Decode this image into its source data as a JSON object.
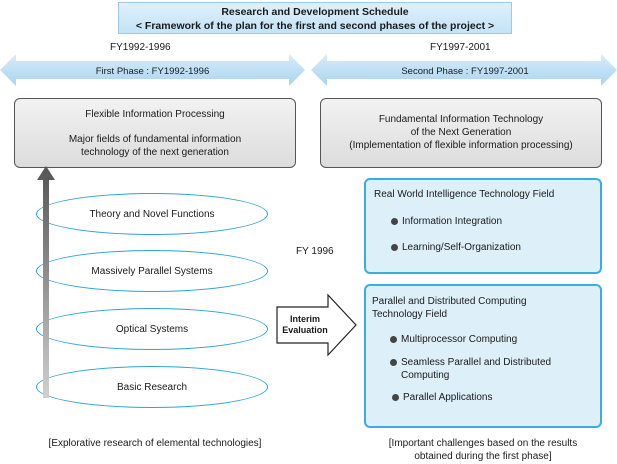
{
  "header": {
    "title": "Research and Development Schedule",
    "subtitle": "< Framework of the plan for the first and second phases of the project >"
  },
  "phases": {
    "first": {
      "fy": "FY1992-1996",
      "label": "First Phase : FY1992-1996"
    },
    "second": {
      "fy": "FY1997-2001",
      "label": "Second Phase : FY1997-2001"
    }
  },
  "first_box": {
    "line1": "Flexible Information  Processing",
    "line2": "Major fields of fundamental information",
    "line3": "technology of the next generation"
  },
  "second_box": {
    "line1": "Fundamental Information Technology",
    "line2": "of the Next Generation",
    "line3": "(Implementation of flexible information processing)"
  },
  "ellipses": [
    "Theory and Novel Functions",
    "Massively Parallel Systems",
    "Optical Systems",
    "Basic Research"
  ],
  "fy1996": "FY 1996",
  "interim": {
    "line1": "Interim",
    "line2": "Evaluation"
  },
  "rwi": {
    "title": "Real World Intelligence Technology Field",
    "items": [
      "Information Integration",
      "Learning/Self-Organization"
    ]
  },
  "pdc": {
    "title1": "Parallel and Distributed Computing",
    "title2": "Technology Field",
    "items": [
      "Multiprocessor Computing",
      "Seamless Parallel and Distributed",
      "Computing",
      "Parallel Applications"
    ]
  },
  "captions": {
    "left": "[Explorative research of elemental technologies]",
    "right1": "[Important challenges based on the results",
    "right2": "obtained during the first phase]"
  },
  "colors": {
    "accent_blue": "#39aee0",
    "light_blue": "#ddeff9",
    "arrow_blue": "#bfe0f5"
  }
}
